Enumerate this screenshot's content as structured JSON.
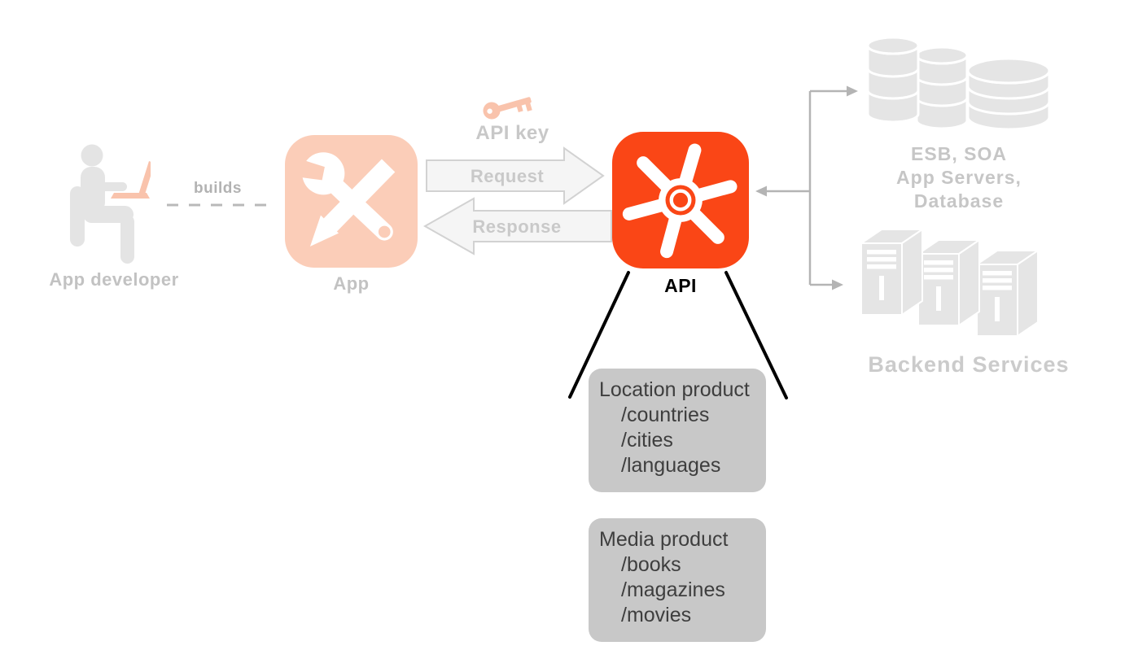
{
  "diagram_title": "API proxy flow diagram",
  "nodes": {
    "developer": {
      "label": "App developer"
    },
    "builds": {
      "label": "builds"
    },
    "app": {
      "label": "App"
    },
    "api_key": {
      "label": "API key"
    },
    "request": {
      "label": "Request"
    },
    "response": {
      "label": "Response"
    },
    "api": {
      "label": "API"
    },
    "esb": {
      "lines": [
        "ESB, SOA",
        "App Servers,",
        "Database"
      ]
    },
    "backend": {
      "label": "Backend Services"
    }
  },
  "products": [
    {
      "title": "Location product",
      "paths": [
        "/countries",
        "/cities",
        "/languages"
      ]
    },
    {
      "title": "Media product",
      "paths": [
        "/books",
        "/magazines",
        "/movies"
      ]
    }
  ],
  "icons": [
    "app-developer-icon",
    "laptop-icon",
    "wrench-pencil-icon",
    "key-icon",
    "api-spoke-icon",
    "database-icon",
    "backend-servers-icon"
  ],
  "colors": {
    "api_orange": "#fa4616",
    "app_salmon": "#fbcdb8",
    "icon_gray": "#e4e4e4",
    "faded_label_gray": "#c2c2c2",
    "arrow_fill": "#f5f5f5",
    "arrow_border": "#d2d2d2",
    "connector_gray": "#b4b4b4",
    "product_box_gray": "#c8c8c8",
    "product_text": "#3e3e3e",
    "fan_line_black": "#000000"
  }
}
